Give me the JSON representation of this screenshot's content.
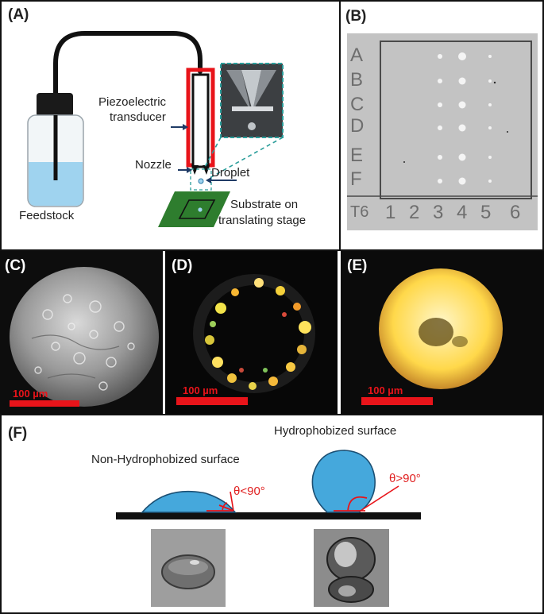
{
  "panels": {
    "a": {
      "letter": "(A)",
      "labels": {
        "piezo_line1": "Piezoelectric",
        "piezo_line2": "transducer",
        "nozzle": "Nozzle",
        "droplet": "Droplet",
        "substrate_line1": "Substrate on",
        "substrate_line2": "translating stage",
        "feedstock": "Feedstock"
      },
      "colors": {
        "liquid": "#9fd3ef",
        "transducer": "#e8141a",
        "stage": "#2e7d2e",
        "inset_border": "#2a9d9a"
      }
    },
    "b": {
      "letter": "(B)",
      "rows": [
        "A",
        "B",
        "C",
        "D",
        "E",
        "F"
      ],
      "columns": [
        "1",
        "2",
        "3",
        "4",
        "5",
        "6"
      ],
      "corner_mark": "T6"
    },
    "c": {
      "letter": "(C)",
      "scale_label": "100 µm"
    },
    "d": {
      "letter": "(D)",
      "scale_label": "100 µm"
    },
    "e": {
      "letter": "(E)",
      "scale_label": "100 µm"
    },
    "f": {
      "letter": "(F)",
      "title_left": "Non-Hydrophobized surface",
      "title_right": "Hydrophobized surface",
      "angle_left": "θ<90°",
      "angle_right": "θ>90°",
      "colors": {
        "droplet": "#45a8dc",
        "angle": "#e8141a"
      }
    }
  }
}
